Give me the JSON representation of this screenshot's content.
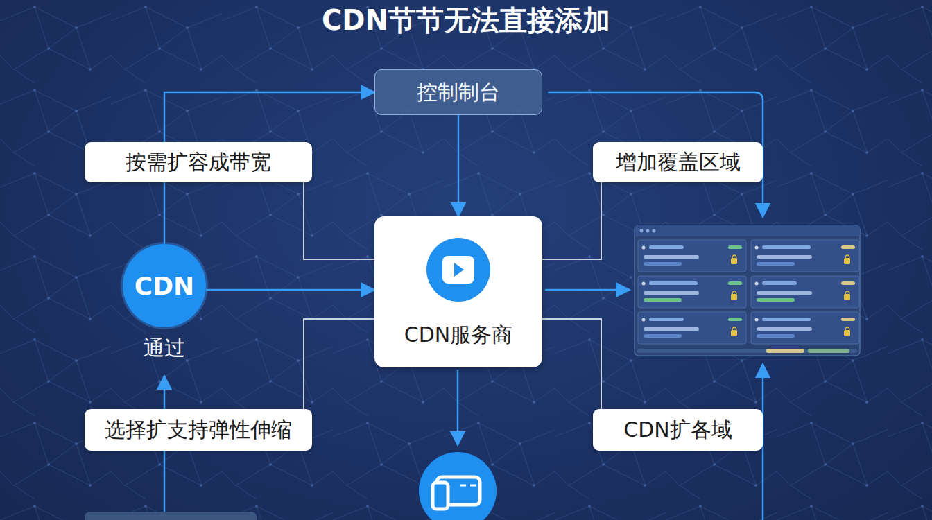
{
  "diagram": {
    "title": "CDN节节无法直接添加",
    "nodes": [
      {
        "text": [
          "控制制台"
        ]
      },
      {
        "text": [
          "按需扩容成带宽"
        ]
      },
      {
        "text": [
          "增加覆盖区域"
        ]
      },
      {
        "text": [
          "CDN",
          "通过"
        ]
      },
      {
        "text": [
          "CDN服务商"
        ]
      },
      {
        "text": [
          "选择扩支持弹性伸缩"
        ]
      },
      {
        "text": [
          "CDN扩各域"
        ]
      }
    ],
    "edges": [
      {
        "from": 3,
        "to": 0,
        "arrow": "to"
      },
      {
        "from": 0,
        "to": 4,
        "arrow": "to"
      },
      {
        "from": 3,
        "to": 4,
        "arrow": "to"
      },
      {
        "from": 1,
        "to": 4,
        "arrow": "none"
      },
      {
        "from": 2,
        "to": 4,
        "arrow": "none"
      },
      {
        "from": 5,
        "to": 4,
        "arrow": "none"
      },
      {
        "from": 6,
        "to": 4,
        "arrow": "none"
      }
    ]
  }
}
